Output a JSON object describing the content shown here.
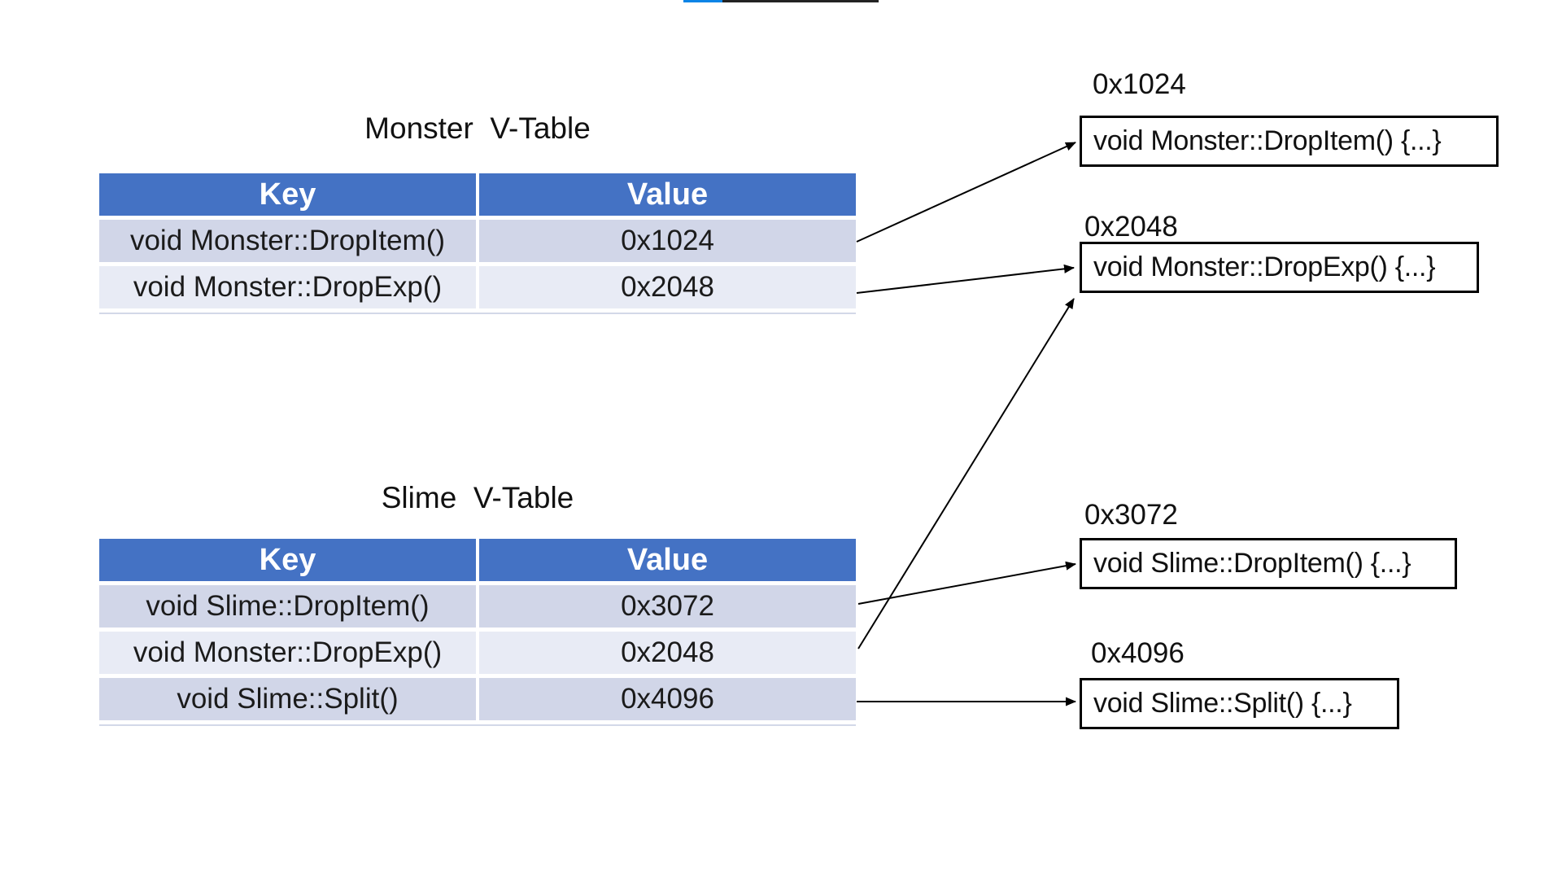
{
  "page": {
    "background": "#ffffff"
  },
  "top_bar": {
    "blue_color": "#0b84e6",
    "dark_color": "#232323"
  },
  "colors": {
    "table_header_bg": "#4472c4",
    "table_header_text": "#ffffff",
    "row_band_dark": "#d1d6e8",
    "row_band_light": "#e8ebf5",
    "cell_text": "#1b1b1b",
    "arrow": "#000000",
    "box_border": "#000000"
  },
  "monster_table": {
    "title": "Monster  V-Table",
    "columns": {
      "key": "Key",
      "value": "Value"
    },
    "rows": [
      {
        "key": "void Monster::DropItem()",
        "value": "0x1024"
      },
      {
        "key": "void Monster::DropExp()",
        "value": "0x2048"
      }
    ]
  },
  "slime_table": {
    "title": "Slime  V-Table",
    "columns": {
      "key": "Key",
      "value": "Value"
    },
    "rows": [
      {
        "key": "void Slime::DropItem()",
        "value": "0x3072"
      },
      {
        "key": "void Monster::DropExp()",
        "value": "0x2048"
      },
      {
        "key": "void Slime::Split()",
        "value": "0x4096"
      }
    ]
  },
  "functions": [
    {
      "address": "0x1024",
      "signature": "void Monster::DropItem() {...}"
    },
    {
      "address": "0x2048",
      "signature": "void Monster::DropExp() {...}"
    },
    {
      "address": "0x3072",
      "signature": "void Slime::DropItem() {...}"
    },
    {
      "address": "0x4096",
      "signature": "void Slime::Split() {...}"
    }
  ]
}
